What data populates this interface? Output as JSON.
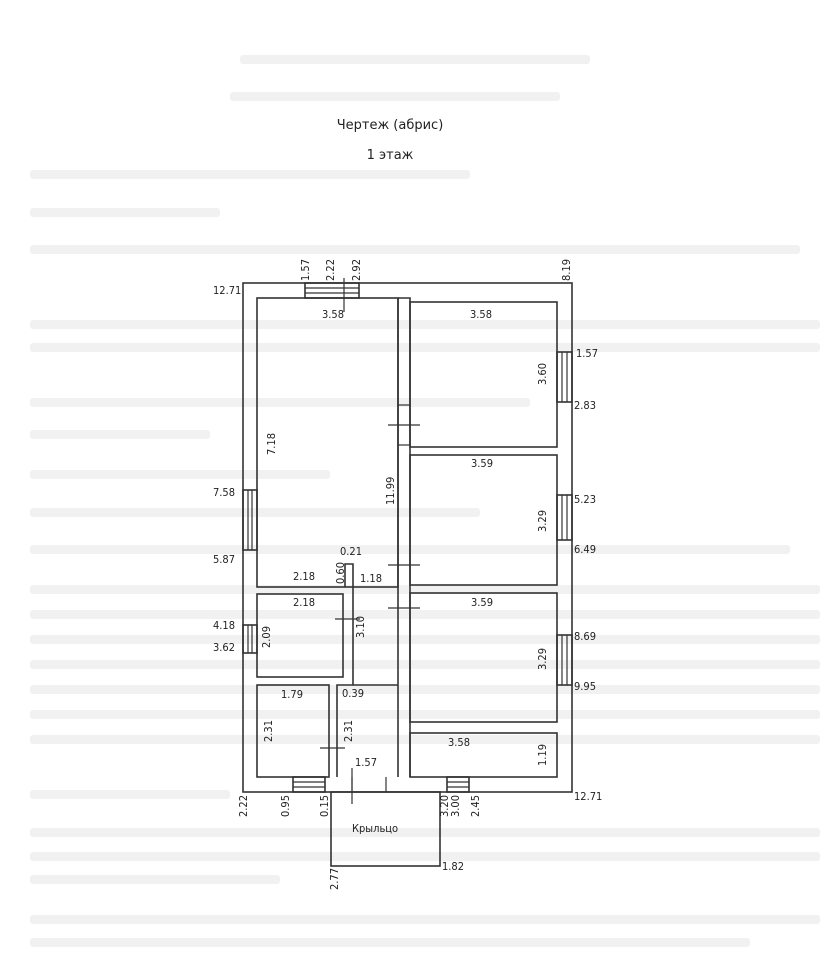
{
  "header": {
    "title": "Чертеж (абрис)",
    "floor": "1 этаж"
  },
  "porch_label": "Крыльцо",
  "dims": {
    "top_left": "12.71",
    "top_1": "1.57",
    "top_2": "2.22",
    "top_3": "2.92",
    "top_right": "8.19",
    "room1_width": "3.58",
    "room_r1_width": "3.58",
    "room_r1_height": "3.60",
    "right_1": "1.57",
    "right_2": "2.83",
    "room1_height": "7.18",
    "corridor_len": "11.99",
    "room_r2_width": "3.59",
    "right_3": "5.23",
    "room_r2_height": "3.29",
    "right_4": "6.49",
    "left_1": "7.58",
    "left_2": "5.87",
    "stub_w": "0.21",
    "stub_h": "0.60",
    "stub_gap": "1.18",
    "room1_bottom": "2.18",
    "room2_width": "2.18",
    "room2_height": "2.09",
    "wall_len": "3.10",
    "left_3": "4.18",
    "left_4": "3.62",
    "room_r3_width": "3.59",
    "right_5": "8.69",
    "room_r3_height": "3.29",
    "right_6": "9.95",
    "room3_width": "1.79",
    "gap_039": "0.39",
    "room3_height": "2.31",
    "corr_height": "2.31",
    "corr_width": "1.57",
    "room_r4_width": "3.58",
    "room_r4_height": "1.19",
    "bottom_1": "2.22",
    "bottom_2": "0.95",
    "bottom_3": "0.15",
    "bottom_4": "3.20",
    "bottom_5": "3.00",
    "bottom_6": "2.45",
    "bottom_right": "12.71",
    "porch_w": "1.82",
    "porch_h": "2.77"
  }
}
